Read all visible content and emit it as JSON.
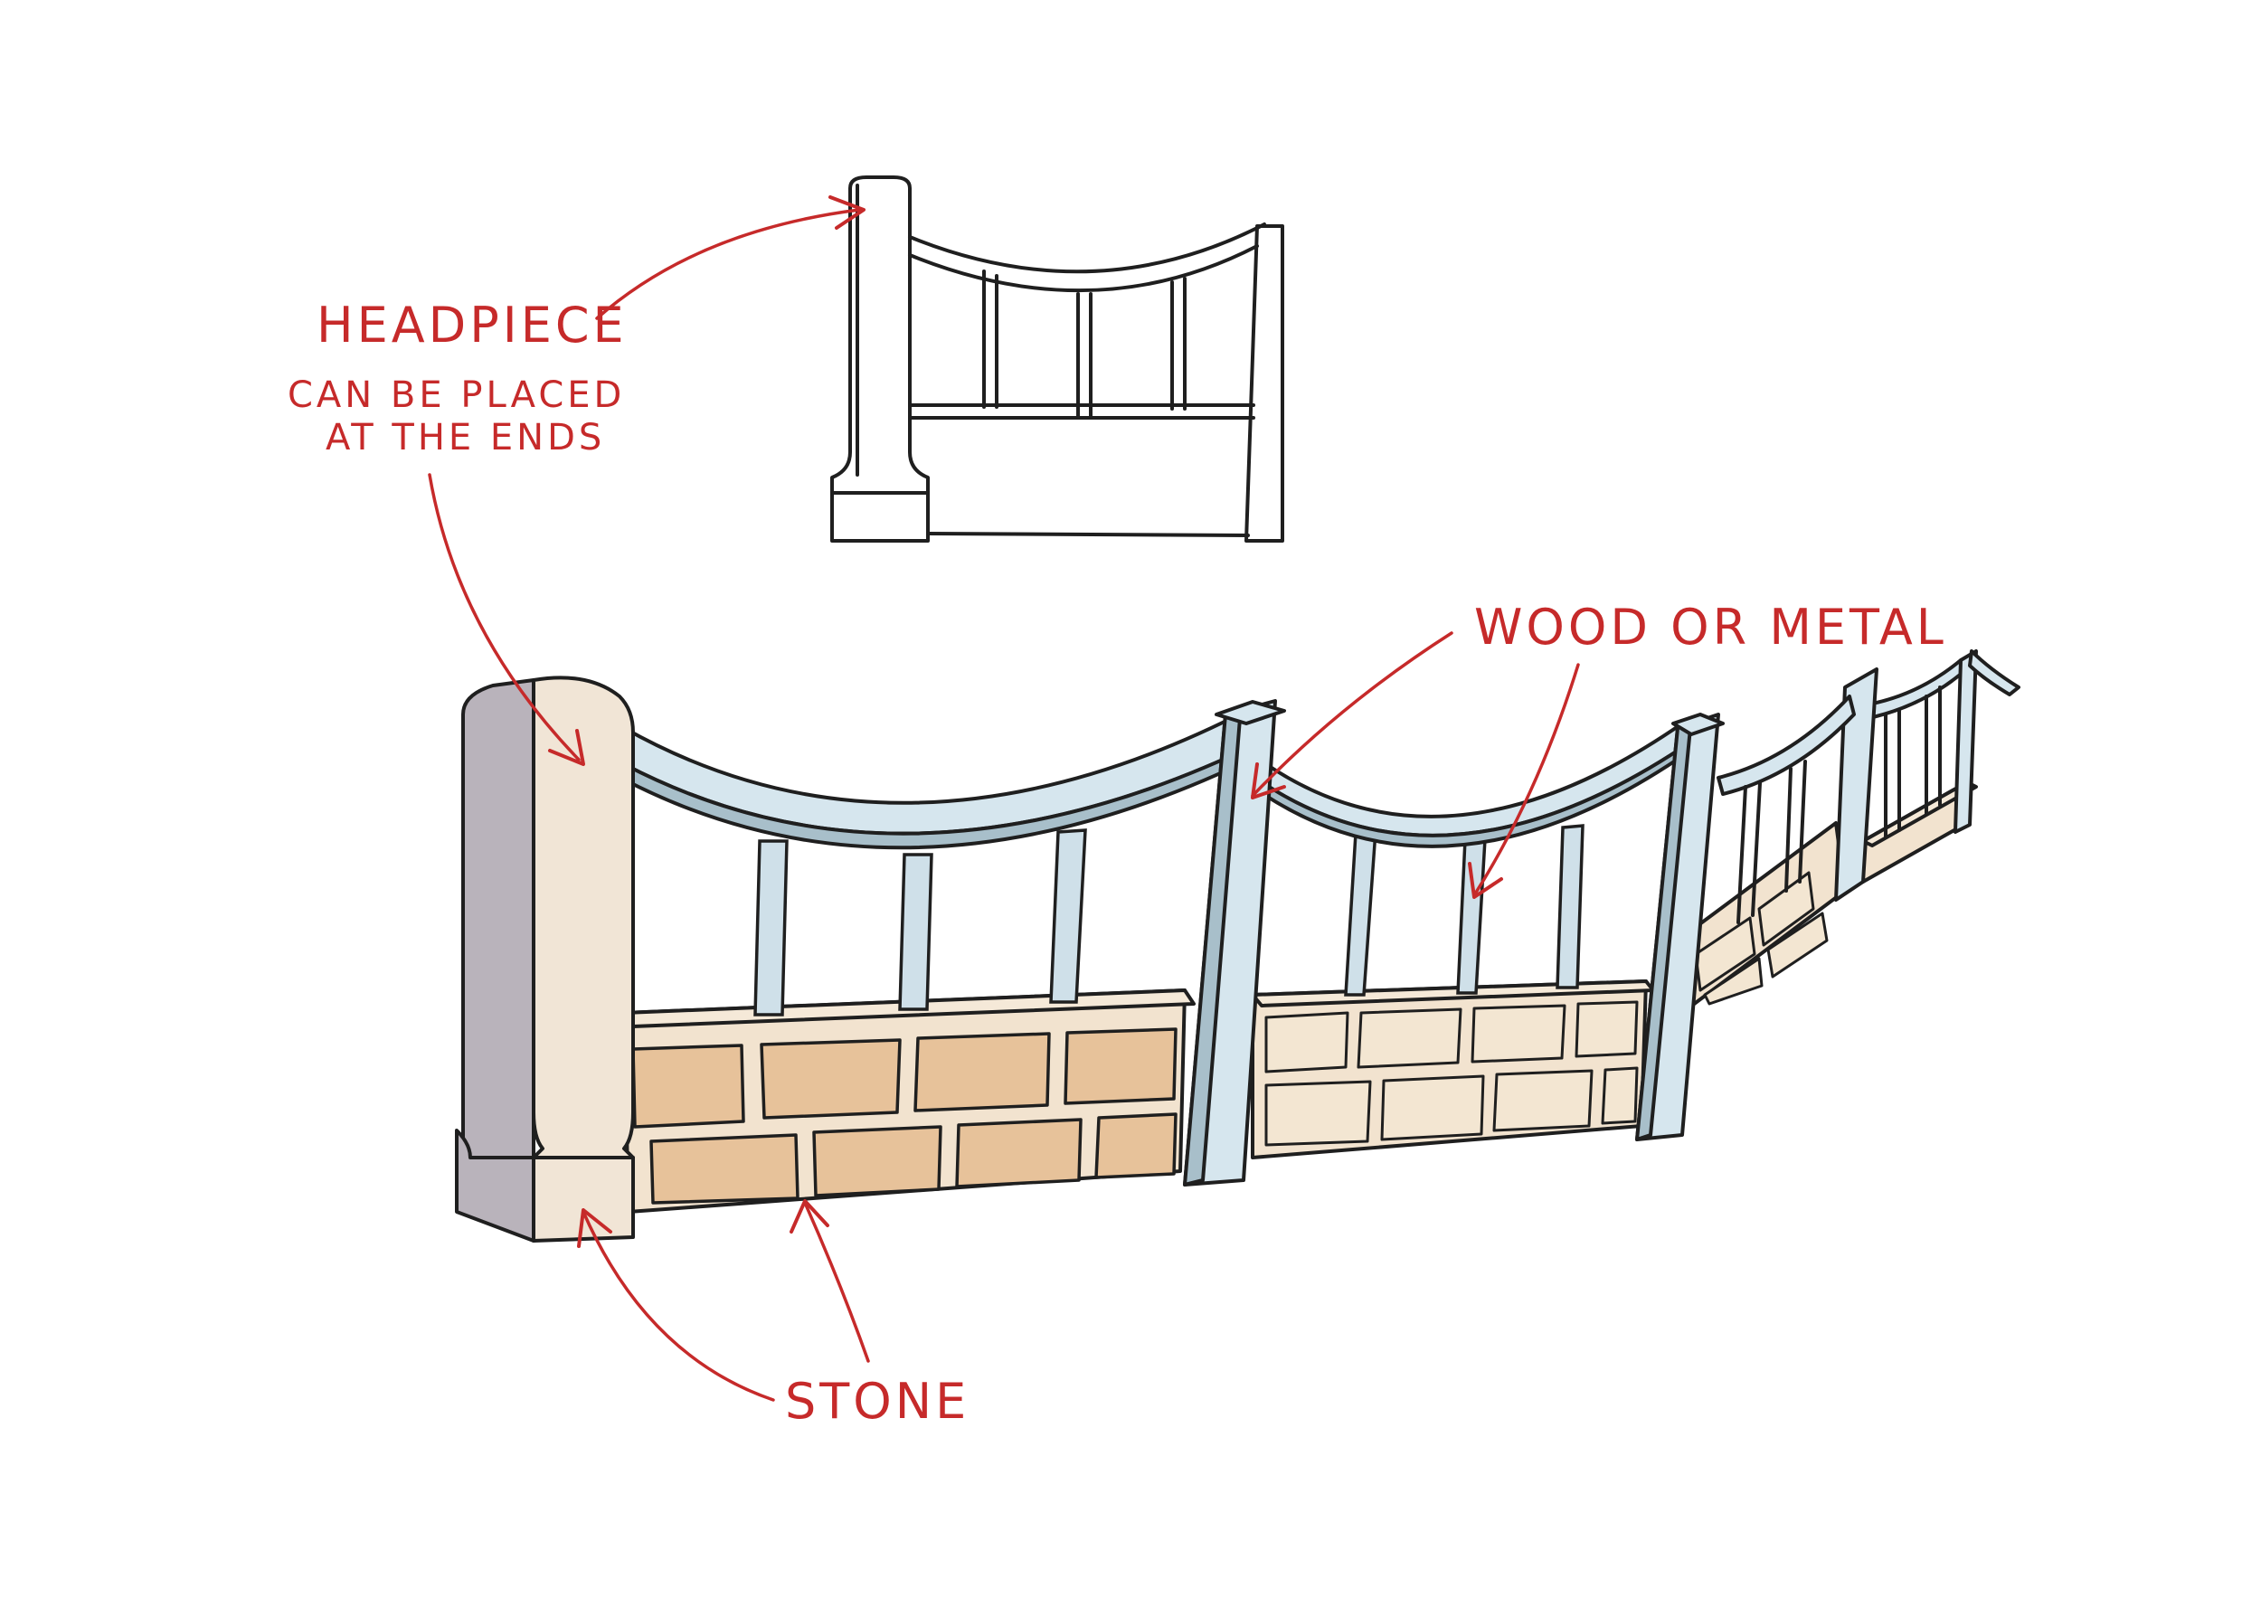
{
  "annotations": {
    "headpiece": "HEADPIECE",
    "headpiece_note_line1": "CAN BE PLACED",
    "headpiece_note_line2": "AT THE ENDS",
    "wood_or_metal": "WOOD OR METAL",
    "stone": "STONE"
  },
  "colors": {
    "annotation_red": "#c62a2a",
    "metal_blue": "#d6e6ee",
    "stone_brick": "#e7c29a",
    "stone_wall": "#f2e3cf",
    "ink": "#1f1f1f"
  }
}
